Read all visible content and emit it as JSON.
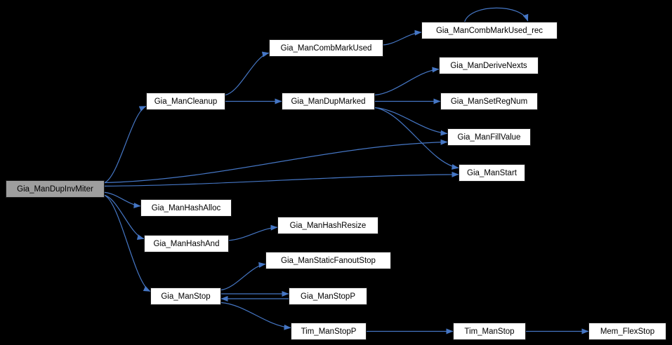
{
  "colors": {
    "background": "#000000",
    "node_fill": "#ffffff",
    "node_border": "#1c1c1c",
    "root_fill": "#9e9e9e",
    "text": "#000000",
    "edge": "#4576c4"
  },
  "graph": {
    "type": "call-graph",
    "nodes": [
      {
        "id": "dupinvmiter",
        "label": "Gia_ManDupInvMiter",
        "root": true
      },
      {
        "id": "cleanup",
        "label": "Gia_ManCleanup"
      },
      {
        "id": "combmarkused",
        "label": "Gia_ManCombMarkUsed"
      },
      {
        "id": "combmarkused_rec",
        "label": "Gia_ManCombMarkUsed_rec"
      },
      {
        "id": "dupmarked",
        "label": "Gia_ManDupMarked"
      },
      {
        "id": "derivenexts",
        "label": "Gia_ManDeriveNexts"
      },
      {
        "id": "setregnum",
        "label": "Gia_ManSetRegNum"
      },
      {
        "id": "fillvalue",
        "label": "Gia_ManFillValue"
      },
      {
        "id": "start",
        "label": "Gia_ManStart"
      },
      {
        "id": "hashalloc",
        "label": "Gia_ManHashAlloc"
      },
      {
        "id": "hashand",
        "label": "Gia_ManHashAnd"
      },
      {
        "id": "hashresize",
        "label": "Gia_ManHashResize"
      },
      {
        "id": "stop",
        "label": "Gia_ManStop"
      },
      {
        "id": "staticfanoutstop",
        "label": "Gia_ManStaticFanoutStop"
      },
      {
        "id": "stopp",
        "label": "Gia_ManStopP"
      },
      {
        "id": "timstopp",
        "label": "Tim_ManStopP"
      },
      {
        "id": "timstop",
        "label": "Tim_ManStop"
      },
      {
        "id": "memflexstop",
        "label": "Mem_FlexStop"
      }
    ],
    "edges": [
      {
        "from": "dupinvmiter",
        "to": "cleanup"
      },
      {
        "from": "dupinvmiter",
        "to": "fillvalue"
      },
      {
        "from": "dupinvmiter",
        "to": "start"
      },
      {
        "from": "dupinvmiter",
        "to": "hashalloc"
      },
      {
        "from": "dupinvmiter",
        "to": "hashand"
      },
      {
        "from": "dupinvmiter",
        "to": "stop"
      },
      {
        "from": "cleanup",
        "to": "combmarkused"
      },
      {
        "from": "cleanup",
        "to": "dupmarked"
      },
      {
        "from": "combmarkused",
        "to": "combmarkused_rec"
      },
      {
        "from": "combmarkused_rec",
        "to": "combmarkused_rec"
      },
      {
        "from": "dupmarked",
        "to": "derivenexts"
      },
      {
        "from": "dupmarked",
        "to": "setregnum"
      },
      {
        "from": "dupmarked",
        "to": "fillvalue"
      },
      {
        "from": "dupmarked",
        "to": "start"
      },
      {
        "from": "hashand",
        "to": "hashresize"
      },
      {
        "from": "stop",
        "to": "staticfanoutstop"
      },
      {
        "from": "stop",
        "to": "stopp"
      },
      {
        "from": "stopp",
        "to": "stop"
      },
      {
        "from": "stop",
        "to": "timstopp"
      },
      {
        "from": "timstopp",
        "to": "timstop"
      },
      {
        "from": "timstop",
        "to": "memflexstop"
      }
    ]
  }
}
